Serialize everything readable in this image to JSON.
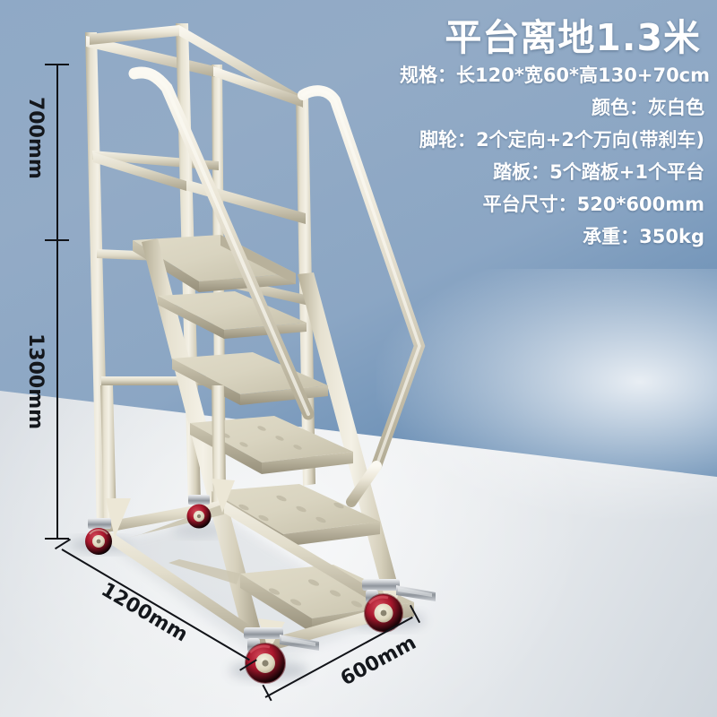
{
  "product": {
    "title": "平台离地1.3米",
    "specs": [
      "规格：长120*宽60*高130+70cm",
      "颜色：灰白色",
      "脚轮：2个定向+2个万向(带刹车)",
      "踏板：5个踏板+1个平台",
      "平台尺寸：520*600mm",
      "承重：350kg"
    ]
  },
  "dimensions": {
    "guardrail_height": "700mm",
    "platform_height": "1300mm",
    "length": "1200mm",
    "width": "600mm"
  },
  "colors": {
    "background_blue": "#5b84ae",
    "background_blue_light": "#8fa9c6",
    "floor_gray": "#e9ecee",
    "frame_cream": "#e8e3d2",
    "frame_shadow": "#b9b29a",
    "caster_red": "#a3152a",
    "caster_chrome": "#b9bcc1",
    "text_white": "#ffffff",
    "dimension_black": "#14171c"
  },
  "labels": {
    "product_image": "rolling-platform-ladder",
    "caster_front": "swivel-caster-with-brake",
    "caster_rear": "fixed-caster",
    "handrail": "curved-handrail",
    "platform": "work-platform",
    "steps": "anti-slip-steps"
  }
}
